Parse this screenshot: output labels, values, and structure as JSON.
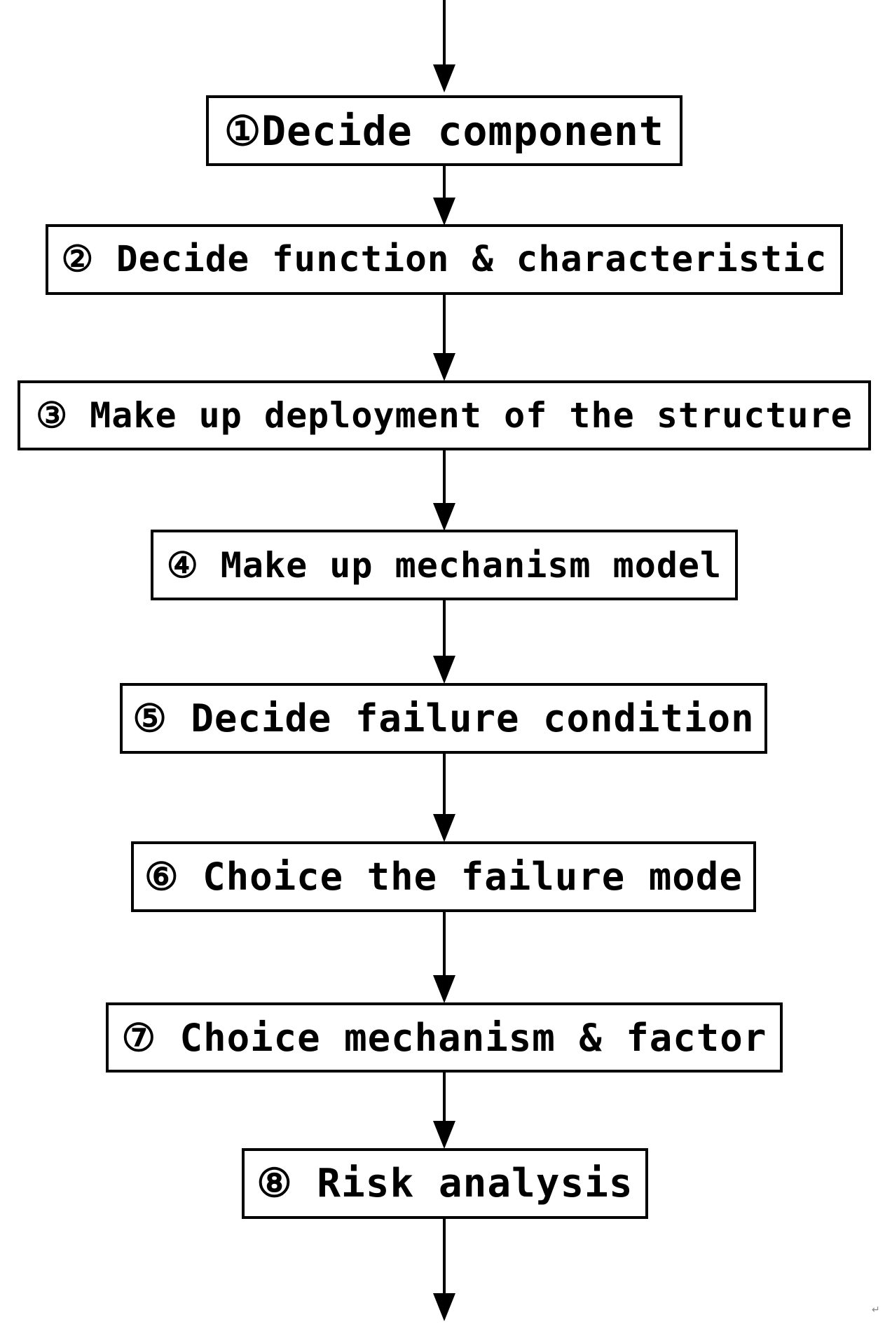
{
  "diagram": {
    "steps": [
      {
        "label": "①Decide component"
      },
      {
        "label": "② Decide function & characteristic"
      },
      {
        "label": "③ Make up deployment of the structure"
      },
      {
        "label": "④ Make up mechanism model"
      },
      {
        "label": "⑤ Decide failure condition"
      },
      {
        "label": "⑥ Choice the failure mode"
      },
      {
        "label": "⑦ Choice mechanism & factor"
      },
      {
        "label": "⑧ Risk analysis"
      }
    ],
    "end_mark": "↵"
  }
}
